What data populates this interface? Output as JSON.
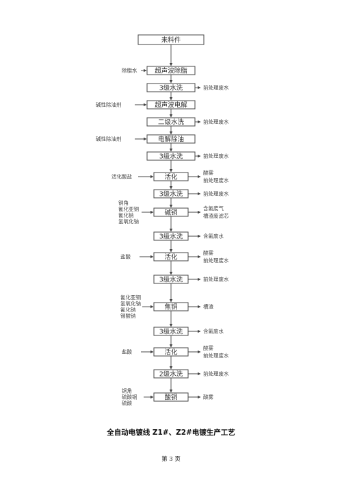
{
  "steps": [
    {
      "label": "来料件",
      "inputs": [],
      "outputs": []
    },
    {
      "label": "超声波除脂",
      "inputs": [
        "除脂水"
      ],
      "outputs": []
    },
    {
      "label": "3级水洗",
      "inputs": [],
      "outputs": [
        "前处理废水"
      ]
    },
    {
      "label": "超声波电解",
      "inputs": [
        "碱性除油剂"
      ],
      "outputs": []
    },
    {
      "label": "二级水洗",
      "inputs": [],
      "outputs": [
        "前处理废水"
      ]
    },
    {
      "label": "电解除油",
      "inputs": [
        "碱性除油剂"
      ],
      "outputs": []
    },
    {
      "label": "3级水洗",
      "inputs": [],
      "outputs": [
        "前处理废水"
      ]
    },
    {
      "label": "活化",
      "inputs": [
        "活化酸盐"
      ],
      "outputs": [
        "酸雾",
        "前处理废水"
      ]
    },
    {
      "label": "3级水洗",
      "inputs": [],
      "outputs": [
        "前处理废水"
      ]
    },
    {
      "label": "碱铜",
      "inputs": [
        "铜角",
        "氰化亚铜",
        "氰化钠",
        "氢氧化钠"
      ],
      "outputs": [
        "含氰废气",
        "槽渣废滤芯"
      ]
    },
    {
      "label": "3级水洗",
      "inputs": [],
      "outputs": [
        "含氰废水"
      ]
    },
    {
      "label": "活化",
      "inputs": [
        "盐酸"
      ],
      "outputs": [
        "酸雾",
        "前处理废水"
      ]
    },
    {
      "label": "3级水洗",
      "inputs": [],
      "outputs": [
        "前处理废水"
      ]
    },
    {
      "label": "焦铜",
      "inputs": [
        "氰化亚铜",
        "氢氧化钠",
        "氰化钠",
        "锡酸钠"
      ],
      "outputs": [
        "槽渣"
      ]
    },
    {
      "label": "3级水洗",
      "inputs": [],
      "outputs": [
        "含氰废水"
      ]
    },
    {
      "label": "活化",
      "inputs": [
        "盐酸"
      ],
      "outputs": [
        "酸雾",
        "前处理废水"
      ]
    },
    {
      "label": "2级水洗",
      "inputs": [],
      "outputs": [
        "前处理废水"
      ]
    },
    {
      "label": "酸铜",
      "inputs": [
        "铜角",
        "硫酸铜",
        "硫酸"
      ],
      "outputs": [
        "酸雾"
      ]
    }
  ],
  "caption": "全自动电镀线  Z1#、Z2#电镀生产工艺",
  "page_number": "第 3 页"
}
